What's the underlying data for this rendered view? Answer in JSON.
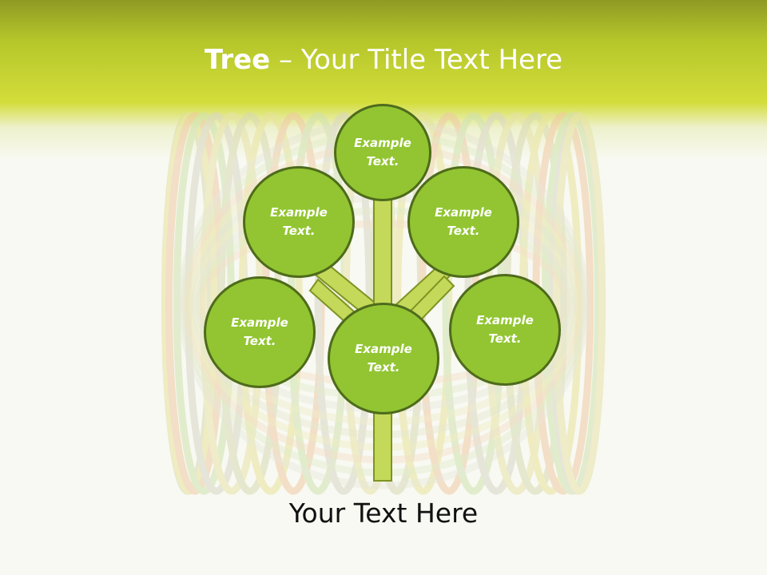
{
  "title": {
    "bold": "Tree",
    "rest": " – Your Title Text Here"
  },
  "nodes": [
    {
      "id": "top",
      "text": "Example\nText."
    },
    {
      "id": "upper-left",
      "text": "Example\nText."
    },
    {
      "id": "upper-right",
      "text": "Example\nText."
    },
    {
      "id": "lower-left",
      "text": "Example\nText."
    },
    {
      "id": "center",
      "text": "Example\nText."
    },
    {
      "id": "lower-right",
      "text": "Example\nText."
    }
  ],
  "caption": "Your Text Here",
  "colors": {
    "node_fill": "#92c531",
    "node_border": "#4e6b1c",
    "trunk_fill": "#c4d95a",
    "header_accent": "#d3dd3a"
  }
}
